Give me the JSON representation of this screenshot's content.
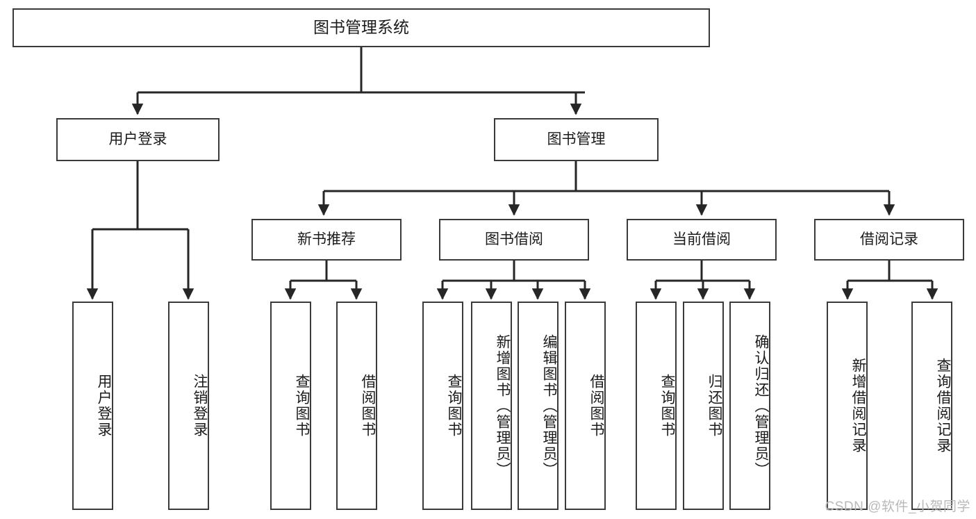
{
  "diagram": {
    "title": "图书管理系统",
    "type": "tree-hierarchy-chart",
    "watermark": "CSDN @软件_小贺同学",
    "colors": {
      "box_border": "#3a3a3a",
      "box_fill": "#ffffff",
      "edge": "#262626",
      "text": "#1b1b1b",
      "watermark": "#b9b9b9",
      "background": "#ffffff"
    }
  },
  "nodes": {
    "root": {
      "label": "图书管理系统"
    },
    "level2": [
      {
        "id": "user-login",
        "label": "用户登录"
      },
      {
        "id": "book-manage",
        "label": "图书管理"
      }
    ],
    "level3": [
      {
        "id": "new-book-rec",
        "label": "新书推荐"
      },
      {
        "id": "book-borrow",
        "label": "图书借阅"
      },
      {
        "id": "current-borrow",
        "label": "当前借阅"
      },
      {
        "id": "borrow-record",
        "label": "借阅记录"
      }
    ],
    "leaves": [
      {
        "id": "leaf-user-login",
        "label": "用户登录",
        "parent": "user-login"
      },
      {
        "id": "leaf-logout",
        "label": "注销登录",
        "parent": "user-login"
      },
      {
        "id": "leaf-query-book-1",
        "label": "查询图书",
        "parent": "new-book-rec"
      },
      {
        "id": "leaf-borrow-book-1",
        "label": "借阅图书",
        "parent": "new-book-rec"
      },
      {
        "id": "leaf-query-book-2",
        "label": "查询图书",
        "parent": "book-borrow"
      },
      {
        "id": "leaf-add-book",
        "label": "新增图书（管理员）",
        "parent": "book-borrow"
      },
      {
        "id": "leaf-edit-book",
        "label": "编辑图书（管理员）",
        "parent": "book-borrow"
      },
      {
        "id": "leaf-borrow-book-2",
        "label": "借阅图书",
        "parent": "book-borrow"
      },
      {
        "id": "leaf-query-book-3",
        "label": "查询图书",
        "parent": "current-borrow"
      },
      {
        "id": "leaf-return-book",
        "label": "归还图书",
        "parent": "current-borrow"
      },
      {
        "id": "leaf-confirm-return",
        "label": "确认归还（管理员）",
        "parent": "current-borrow"
      },
      {
        "id": "leaf-add-record",
        "label": "新增借阅记录",
        "parent": "borrow-record"
      },
      {
        "id": "leaf-query-record",
        "label": "查询借阅记录",
        "parent": "borrow-record"
      }
    ]
  }
}
